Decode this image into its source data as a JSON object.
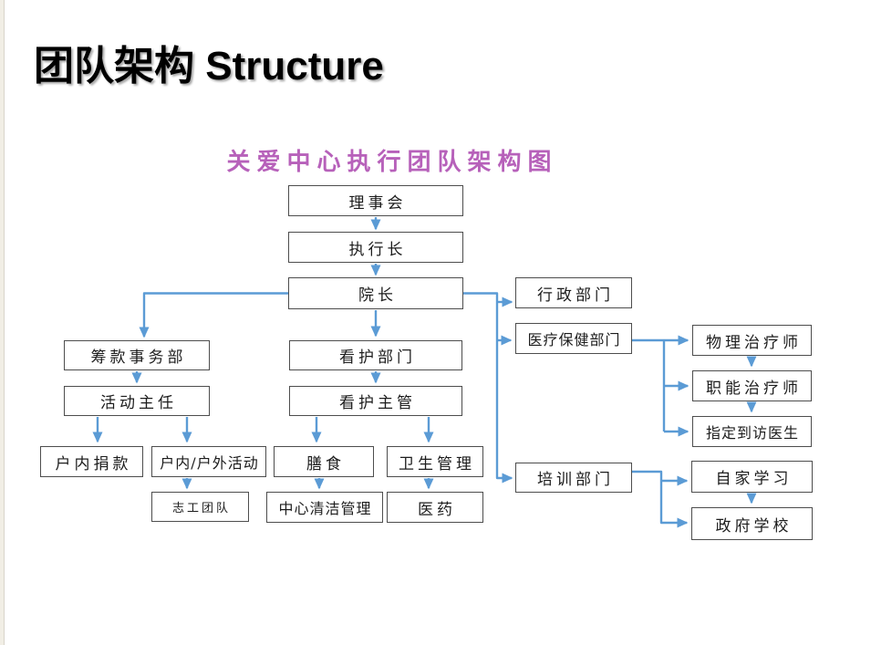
{
  "page": {
    "title": "团队架构 Structure"
  },
  "diagram": {
    "title": "关爱中心执行团队架构图",
    "colors": {
      "connector_blue": "#5B9BD5",
      "diagram_title_purple": "#B761BA",
      "box_border_gray": "#4D4D4D",
      "page_title_black": "#000000"
    },
    "nodes": {
      "board": "理事会",
      "ceo": "执行长",
      "director": "院长",
      "fundraising_dept": "筹款事务部",
      "activity_director": "活动主任",
      "indoor_donation": "户内捐款",
      "indoor_outdoor_activity": "户内/户外活动",
      "volunteer_team": "志工团队",
      "care_dept": "看护部门",
      "care_supervisor": "看护主管",
      "meals": "膳食",
      "hygiene_mgmt": "卫生管理",
      "center_cleaning": "中心清洁管理",
      "medicine": "医药",
      "admin_dept": "行政部门",
      "medical_health_dept": "医疗保健部门",
      "training_dept": "培训部门",
      "physical_therapist": "物理治疗师",
      "occupational_therapist": "职能治疗师",
      "designated_visiting_doctor": "指定到访医生",
      "home_study": "自家学习",
      "government_school": "政府学校"
    },
    "edges": [
      {
        "from": "board",
        "to": "ceo"
      },
      {
        "from": "ceo",
        "to": "director"
      },
      {
        "from": "director",
        "to": "fundraising_dept"
      },
      {
        "from": "fundraising_dept",
        "to": "activity_director"
      },
      {
        "from": "activity_director",
        "to": "indoor_donation"
      },
      {
        "from": "activity_director",
        "to": "indoor_outdoor_activity"
      },
      {
        "from": "indoor_outdoor_activity",
        "to": "volunteer_team"
      },
      {
        "from": "director",
        "to": "care_dept"
      },
      {
        "from": "care_dept",
        "to": "care_supervisor"
      },
      {
        "from": "care_supervisor",
        "to": "meals"
      },
      {
        "from": "care_supervisor",
        "to": "hygiene_mgmt"
      },
      {
        "from": "meals",
        "to": "center_cleaning"
      },
      {
        "from": "hygiene_mgmt",
        "to": "medicine"
      },
      {
        "from": "director",
        "to": "admin_dept"
      },
      {
        "from": "director",
        "to": "medical_health_dept"
      },
      {
        "from": "director",
        "to": "training_dept"
      },
      {
        "from": "medical_health_dept",
        "to": "physical_therapist"
      },
      {
        "from": "medical_health_dept",
        "to": "occupational_therapist"
      },
      {
        "from": "medical_health_dept",
        "to": "designated_visiting_doctor"
      },
      {
        "from": "physical_therapist",
        "to": "occupational_therapist"
      },
      {
        "from": "occupational_therapist",
        "to": "designated_visiting_doctor"
      },
      {
        "from": "training_dept",
        "to": "home_study"
      },
      {
        "from": "training_dept",
        "to": "government_school"
      },
      {
        "from": "home_study",
        "to": "government_school"
      }
    ]
  }
}
